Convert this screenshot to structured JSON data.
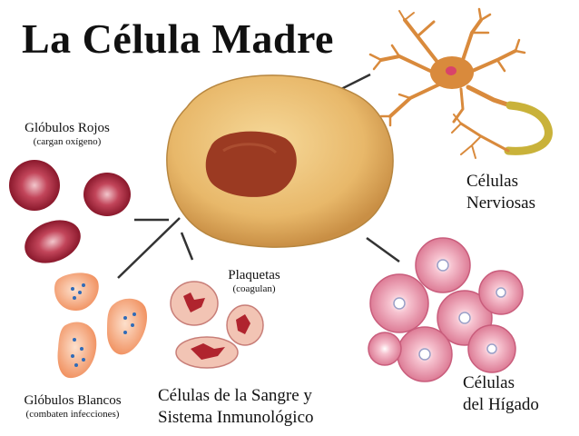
{
  "title": "La Célula Madre",
  "labels": {
    "red": {
      "name": "Glóbulos Rojos",
      "note": "(cargan oxígeno)"
    },
    "white": {
      "name": "Glóbulos Blancos",
      "note": "(combaten infecciones)"
    },
    "platelets": {
      "name": "Plaquetas",
      "note": "(coagulan)"
    },
    "blood_line1": "Células de la Sangre y",
    "blood_line2": "Sistema Inmunológico",
    "nerve_line1": "Células",
    "nerve_line2": "Nerviosas",
    "liver_line1": "Células",
    "liver_line2": "del Hígado"
  },
  "colors": {
    "stem_cell": "#e8b86a",
    "stem_nucleus": "#9b3a22",
    "red_cell": "#a3182c",
    "white_cell": "#f4a77a",
    "platelet_cell": "#f2c4b4",
    "platelet_core": "#b0242e",
    "neuron": "#d98a3c",
    "liver_cell": "#f0a6b8",
    "connector": "#333333"
  },
  "icons": [
    "stem-cell",
    "red-blood-cell",
    "white-blood-cell",
    "platelet-cell",
    "neuron",
    "liver-cell"
  ]
}
